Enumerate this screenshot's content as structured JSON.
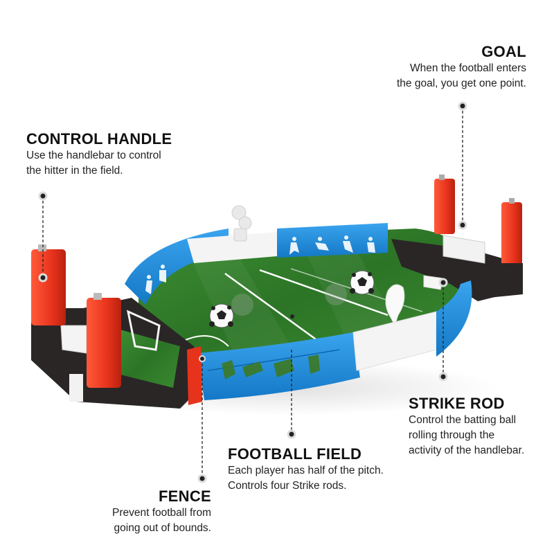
{
  "callouts": {
    "goal": {
      "title": "GOAL",
      "desc_line1": "When the football enters",
      "desc_line2": "the goal, you get one point."
    },
    "control_handle": {
      "title": "CONTROL HANDLE",
      "desc_line1": "Use the handlebar to control",
      "desc_line2": "the hitter in the field."
    },
    "strike_rod": {
      "title": "STRIKE ROD",
      "desc_line1": "Control the batting ball",
      "desc_line2": "rolling through the",
      "desc_line3": "activity of the handlebar."
    },
    "football_field": {
      "title": "FOOTBALL FIELD",
      "desc_line1": "Each player has half of the pitch.",
      "desc_line2": "Controls four Strike rods."
    },
    "fence": {
      "title": "FENCE",
      "desc_line1": "Prevent football from",
      "desc_line2": "going out of bounds."
    }
  },
  "product": {
    "name": "tabletop-football-game",
    "colors": {
      "fence_blue": "#1e8ddb",
      "handle_red": "#e8331c",
      "frame_black": "#2a2626",
      "grass_green": "#2f7d2a",
      "line_white": "#ffffff",
      "pointer_dot": "#222222"
    }
  }
}
